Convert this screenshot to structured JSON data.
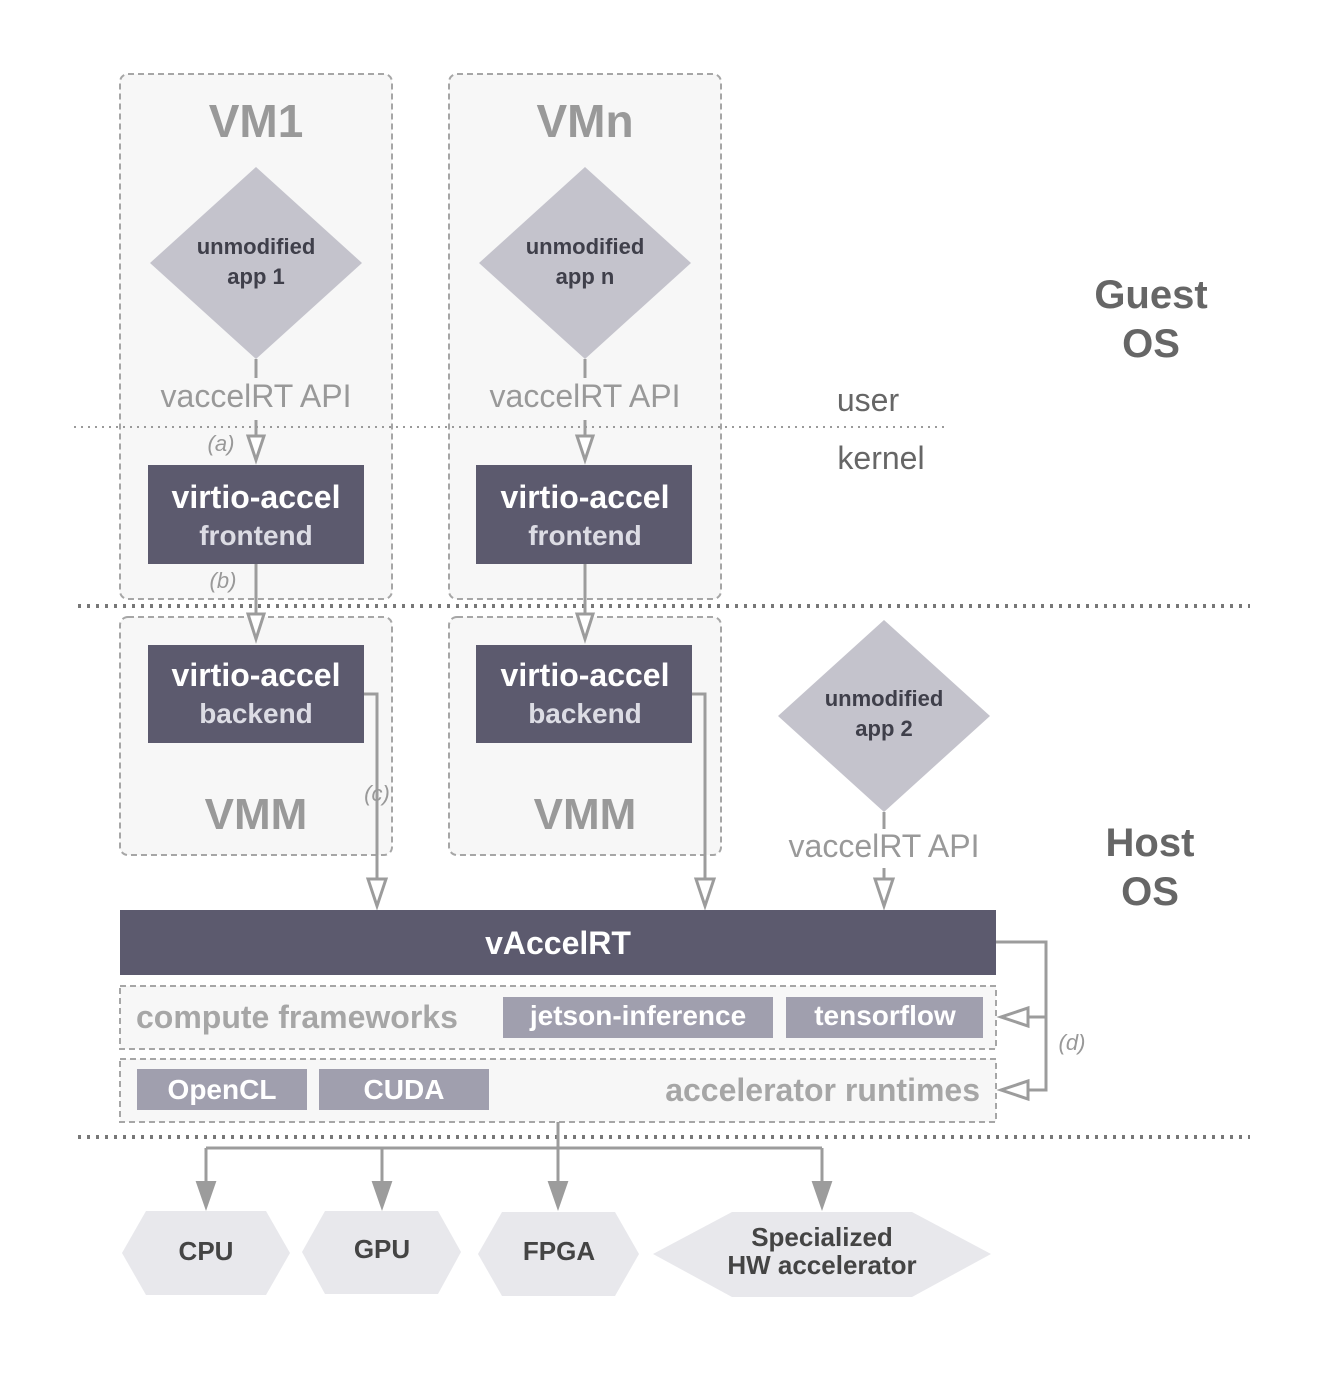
{
  "vms": [
    {
      "title": "VM1",
      "app_line1": "unmodified",
      "app_line2": "app 1",
      "api": "vaccelRT API",
      "frontend_line1": "virtio-accel",
      "frontend_line2": "frontend",
      "backend_line1": "virtio-accel",
      "backend_line2": "backend",
      "vmm": "VMM"
    },
    {
      "title": "VMn",
      "app_line1": "unmodified",
      "app_line2": "app n",
      "api": "vaccelRT API",
      "frontend_line1": "virtio-accel",
      "frontend_line2": "frontend",
      "backend_line1": "virtio-accel",
      "backend_line2": "backend",
      "vmm": "VMM"
    }
  ],
  "host_app": {
    "line1": "unmodified",
    "line2": "app 2",
    "api": "vaccelRT API"
  },
  "layers": {
    "guest_line1": "Guest",
    "guest_line2": "OS",
    "host_line1": "Host",
    "host_line2": "OS",
    "user": "user",
    "kernel": "kernel"
  },
  "path_labels": {
    "a": "(a)",
    "b": "(b)",
    "c": "(c)",
    "d": "(d)"
  },
  "runtime": {
    "title": "vAccelRT",
    "frameworks_label": "compute frameworks",
    "frameworks": [
      "jetson-inference",
      "tensorflow"
    ],
    "runtimes_label": "accelerator runtimes",
    "runtimes": [
      "OpenCL",
      "CUDA"
    ]
  },
  "hardware": [
    "CPU",
    "GPU",
    "FPGA"
  ],
  "hardware_special": {
    "line1": "Specialized",
    "line2": "HW accelerator"
  },
  "colors": {
    "dark_box": "#5c5a6e",
    "chip": "#a09fae",
    "diamond": "#c4c3cc",
    "region_fill": "#f7f7f7",
    "region_stroke": "#a6a6a6",
    "connector": "#9c9c9c",
    "muted_text": "#999999",
    "label_text": "#666666",
    "hardware_fill": "#e8e8ec"
  }
}
